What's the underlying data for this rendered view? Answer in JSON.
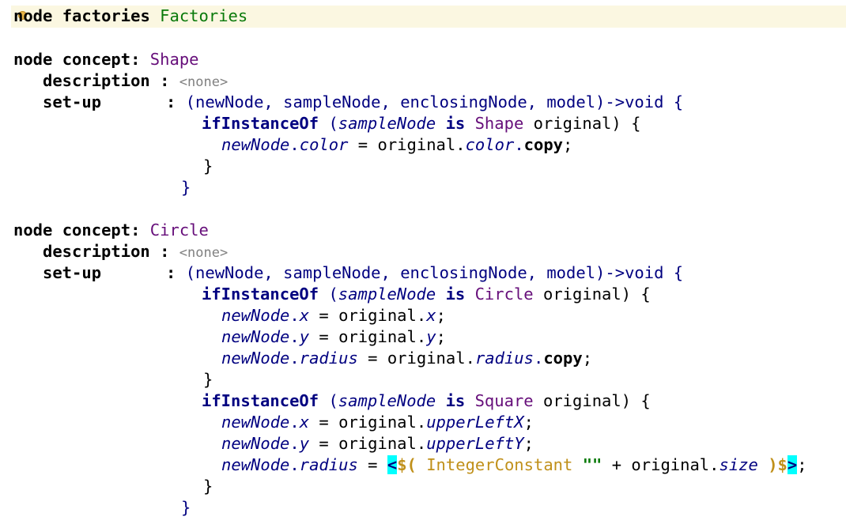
{
  "header": {
    "keyword": "node factories",
    "name": "Factories"
  },
  "common": {
    "node_concept": "node concept:",
    "description": "description",
    "setup": "set-up",
    "colon": ":",
    "none": "<none>",
    "lambda": "(newNode, sampleNode, enclosingNode, model)->void {",
    "ifinstance": "ifInstanceOf",
    "paren_open": "(",
    "sample_node": "sampleNode",
    "is": "is",
    "original_brace": "original) {",
    "new_node": "newNode",
    "dot": ".",
    "eq": " = ",
    "original_dot": "original.",
    "copy": "copy",
    "semi": ";",
    "close_brace": "}"
  },
  "shape": {
    "name": "Shape",
    "color_prop": "color"
  },
  "circle": {
    "name": "Circle",
    "circle_type": "Circle",
    "square_type": "Square",
    "x": "x",
    "y": "y",
    "radius": "radius",
    "upper_left_x": "upperLeftX",
    "upper_left_y": "upperLeftY",
    "lt": "<",
    "dollar_paren": "$(",
    "integer_constant": "IntegerConstant",
    "empty_string": "\"\"",
    "plus_original": " + original.",
    "size": "size",
    "close_dollar": ")$",
    "gt": ">"
  }
}
